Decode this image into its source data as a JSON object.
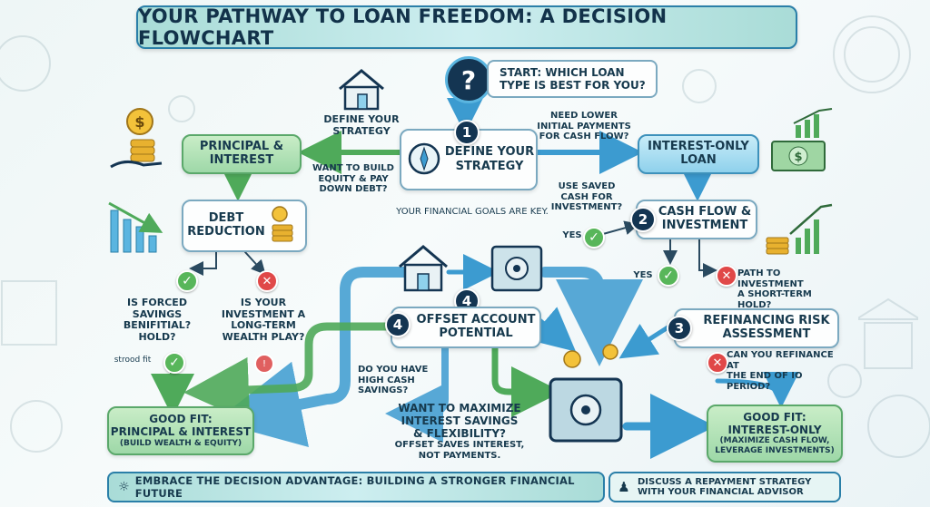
{
  "title": "YOUR PATHWAY TO LOAN FREEDOM: A DECISION FLOWCHART",
  "start": {
    "line1": "START: WHICH LOAN",
    "line2": "TYPE IS BEST FOR YOU?"
  },
  "define_label": {
    "line1": "DEFINE YOUR",
    "line2": "STRATEGY"
  },
  "step1": {
    "number": "1",
    "line1": "DEFINE YOUR",
    "line2": "STRATEGY",
    "goals": "YOUR FINANCIAL GOALS ARE KEY."
  },
  "question_lower_payments": {
    "line1": "NEED LOWER",
    "line2": "INITIAL PAYMENTS",
    "line3": "FOR CASH FLOW?"
  },
  "question_build_equity": {
    "line1": "WANT TO BUILD",
    "line2": "EQUITY & PAY",
    "line3": "DOWN DEBT?"
  },
  "principal_interest": {
    "line1": "PRINCIPAL &",
    "line2": "INTEREST"
  },
  "interest_only": {
    "line1": "INTEREST-ONLY",
    "line2": "LOAN"
  },
  "debt_reduction": {
    "line1": "DEBT",
    "line2": "REDUCTION"
  },
  "saved_cash": {
    "line1": "USE SAVED",
    "line2": "CASH FOR",
    "line3": "INVESTMENT?"
  },
  "step2": {
    "number": "2",
    "line1": "CASH FLOW &",
    "line2": "INVESTMENT"
  },
  "yes1": "YES",
  "yes2": "YES",
  "forced_savings": {
    "line1": "IS FORCED",
    "line2": "SAVINGS",
    "line3": "BENIFITIAL?",
    "line4": "HOLD?"
  },
  "long_term": {
    "line1": "IS YOUR",
    "line2": "INVESTMENT A",
    "line3": "LONG-TERM",
    "line4": "WEALTH PLAY?"
  },
  "strood_fit": "strood fit",
  "short_term": {
    "line1": "PATH TO INVESTMENT",
    "line2": "A SHORT-TERM HOLD?"
  },
  "step4": {
    "number": "4",
    "line1": "OFFSET ACCOUNT",
    "line2": "POTENTIAL"
  },
  "step3": {
    "number": "3",
    "line1": "REFINANCING RISK",
    "line2": "ASSESSMENT"
  },
  "refinance_q": {
    "line1": "CAN YOU REFINANCE AT",
    "line2": "THE END OF IO PERIOD?"
  },
  "high_cash": {
    "line1": "DO YOU HAVE",
    "line2": "HIGH CASH",
    "line3": "SAVINGS?"
  },
  "maximize": {
    "line1": "WANT TO MAXIMIZE",
    "line2": "INTEREST SAVINGS",
    "line3": "& FLEXIBILITY?",
    "line4": "OFFSET SAVES INTEREST,",
    "line5": "NOT PAYMENTS."
  },
  "good_fit_pi": {
    "line1": "GOOD FIT:",
    "line2": "PRINCIPAL & INTEREST",
    "line3": "(BUILD WEALTH & EQUITY)"
  },
  "good_fit_io": {
    "line1": "GOOD FIT:",
    "line2": "INTEREST-ONLY",
    "line3": "(MAXIMIZE CASH FLOW,",
    "line4": "LEVERAGE INVESTMENTS)"
  },
  "footer_left": "EMBRACE THE DECISION ADVANTAGE: BUILDING A STRONGER FINANCIAL FUTURE",
  "footer_right": {
    "line1": "DISCUSS A REPAYMENT STRATEGY",
    "line2": "WITH YOUR FINANCIAL ADVISOR"
  },
  "colors": {
    "green_arrow": "#4faa5a",
    "blue_arrow": "#3c9bd0",
    "dark": "#143552"
  }
}
